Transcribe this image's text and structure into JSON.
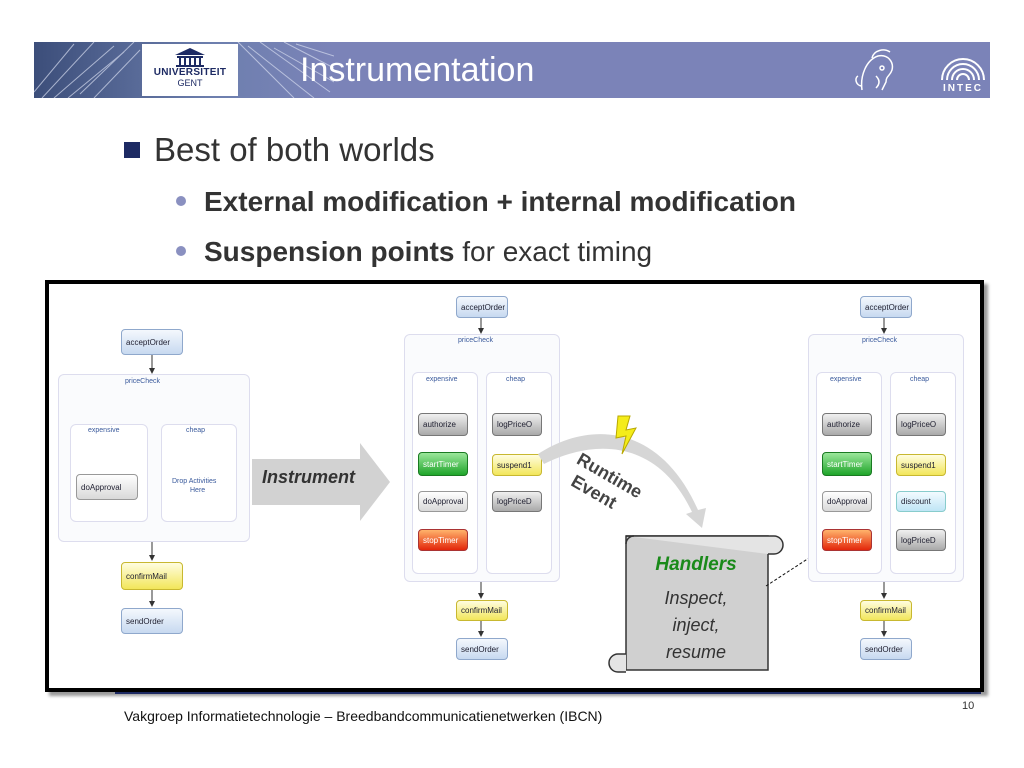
{
  "header": {
    "title": "Instrumentation",
    "logo_line1": "UNIVERSITEIT",
    "logo_line2": "GENT",
    "intec_label": "INTEC"
  },
  "bullets": {
    "main": "Best of both worlds",
    "sub1_bold": "External modification + internal modification",
    "sub2_bold": "Suspension points",
    "sub2_rest": " for exact timing"
  },
  "diagram": {
    "left": {
      "accept": "acceptOrder",
      "scope": "priceCheck",
      "expensive": "expensive",
      "cheap": "cheap",
      "approval": "doApproval",
      "drop1": "Drop Activities",
      "drop2": "Here",
      "confirm": "confirmMail",
      "send": "sendOrder"
    },
    "middle": {
      "accept": "acceptOrder",
      "scope": "priceCheck",
      "expensive": "expensive",
      "cheap": "cheap",
      "authorize": "authorize",
      "startTimer": "startTimer",
      "approval": "doApproval",
      "stopTimer": "stopTimer",
      "logPrice1": "logPriceO",
      "suspend": "suspend1",
      "logPrice2": "logPriceD",
      "confirm": "confirmMail",
      "send": "sendOrder"
    },
    "right": {
      "accept": "acceptOrder",
      "scope": "priceCheck",
      "expensive": "expensive",
      "cheap": "cheap",
      "authorize": "authorize",
      "startTimer": "startTimer",
      "approval": "doApproval",
      "stopTimer": "stopTimer",
      "logPrice1": "logPriceO",
      "suspend": "suspend1",
      "discount": "discount",
      "logPrice2": "logPriceD",
      "confirm": "confirmMail",
      "send": "sendOrder"
    },
    "instrument_label": "Instrument",
    "runtime_event": "Runtime Event",
    "runtime_word1": "Runtime",
    "runtime_word2": "Event",
    "handlers_title": "Handlers",
    "handlers_l1": "Inspect,",
    "handlers_l2": "inject,",
    "handlers_l3": "resume"
  },
  "footer": {
    "text": "Vakgroep Informatietechnologie – Breedbandcommunicatienetwerken (IBCN)",
    "page": "10"
  },
  "colors": {
    "header": "#7b83b8",
    "accent": "#1d2a63",
    "bullet_dot": "#8a90c0",
    "handlers": "#1a8a1a"
  }
}
